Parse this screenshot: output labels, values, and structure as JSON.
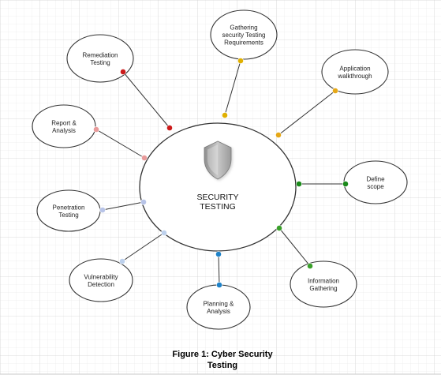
{
  "diagram": {
    "center": {
      "line1": "SECURITY",
      "line2": "TESTING",
      "icon": "shield-icon"
    },
    "nodes": [
      {
        "id": "gathering-requirements",
        "lines": [
          "Gathering",
          "security Testing",
          "Requirements"
        ],
        "color": "#e0b000"
      },
      {
        "id": "application-walkthrough",
        "lines": [
          "Application",
          "walkthrough"
        ],
        "color": "#e6a817"
      },
      {
        "id": "define-scope",
        "lines": [
          "Define",
          "scope"
        ],
        "color": "#1a8a1a"
      },
      {
        "id": "information-gathering",
        "lines": [
          "Information",
          "Gathering"
        ],
        "color": "#3aa02a"
      },
      {
        "id": "planning-analysis",
        "lines": [
          "Planning &",
          "Analysis"
        ],
        "color": "#1e82c8"
      },
      {
        "id": "vulnerability-detection",
        "lines": [
          "Vulnerability",
          "Detection"
        ],
        "color": "#bcd0ec"
      },
      {
        "id": "penetration-testing",
        "lines": [
          "Penetration",
          "Testing"
        ],
        "color": "#b8c4e8"
      },
      {
        "id": "report-analysis",
        "lines": [
          "Report &",
          "Analysis"
        ],
        "color": "#e89a9a"
      },
      {
        "id": "remediation-testing",
        "lines": [
          "Remediation",
          "Testing"
        ],
        "color": "#cc1a1a"
      }
    ],
    "caption": {
      "line1": "Figure 1: Cyber Security",
      "line2": "Testing"
    }
  }
}
